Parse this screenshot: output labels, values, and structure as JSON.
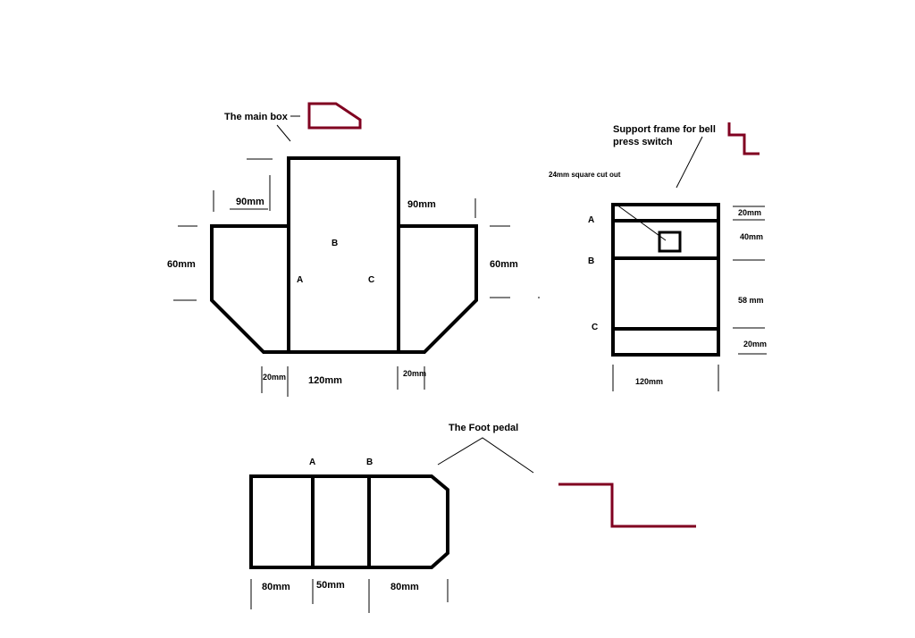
{
  "main_box": {
    "title": "The main box",
    "label_a": "A",
    "label_b": "B",
    "label_c": "C",
    "dim_left_height": "60mm",
    "dim_right_height": "60mm",
    "dim_left_flap": "90mm",
    "dim_right_flap": "90mm",
    "dim_bottom_center": "120mm",
    "dim_bottom_left": "20mm",
    "dim_bottom_right": "20mm"
  },
  "support_frame": {
    "title_line1": "Support frame for bell",
    "title_line2": "press switch",
    "cutout_label": "24mm square cut out",
    "label_a": "A",
    "label_b": "B",
    "label_c": "C",
    "dim_top": "20mm",
    "dim_second": "40mm",
    "dim_middle": "58 mm",
    "dim_bottom": "20mm",
    "dim_width": "120mm"
  },
  "foot_pedal": {
    "title": "The Foot pedal",
    "label_a": "A",
    "label_b": "B",
    "dim_left": "80mm",
    "dim_middle": "50mm",
    "dim_right": "80mm"
  },
  "colors": {
    "outline": "#000000",
    "profile": "#800020"
  }
}
